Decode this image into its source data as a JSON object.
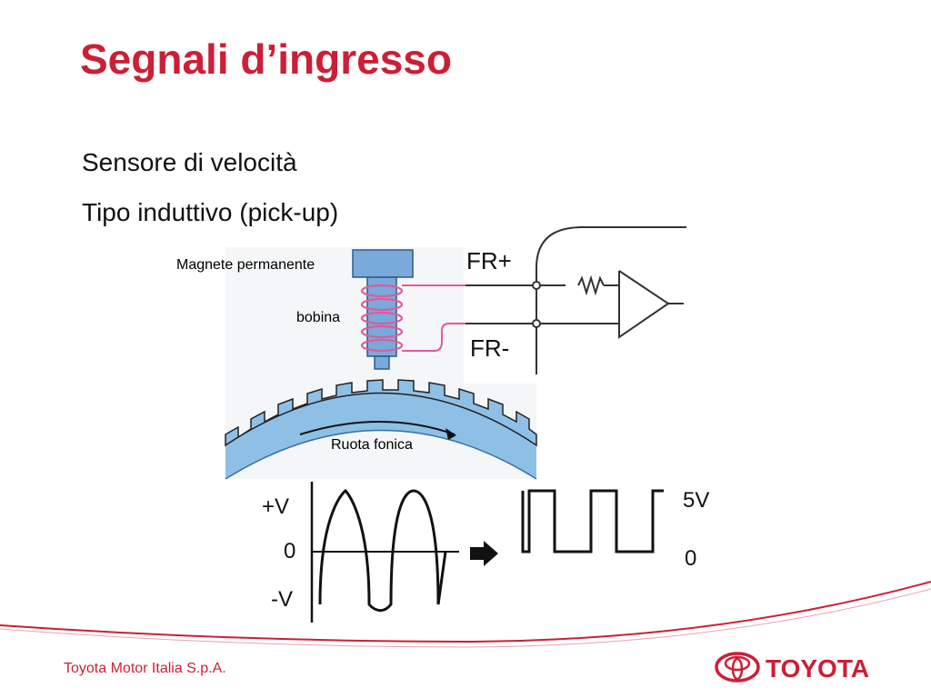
{
  "slide": {
    "title": "Segnali d’ingresso",
    "bullets": [
      "Sensore di velocità",
      "Tipo induttivo (pick-up)"
    ]
  },
  "diagram": {
    "labels": {
      "magnet": "Magnete permanente",
      "coil": "bobina",
      "wheel": "Ruota fonica"
    },
    "terminals": {
      "plus": "FR+",
      "minus": "FR-"
    },
    "sine_axis": {
      "pos": "+V",
      "zero": "0",
      "neg": "-V"
    },
    "square_axis": {
      "high": "5V",
      "low": "0"
    }
  },
  "footer": {
    "company": "Toyota Motor Italia S.p.A.",
    "brand": "TOYOTA"
  },
  "colors": {
    "accent": "#cc1f36",
    "sensor": "#7aa9dc",
    "wheel": "#8ec0e6",
    "coil": "#e05a9a"
  }
}
